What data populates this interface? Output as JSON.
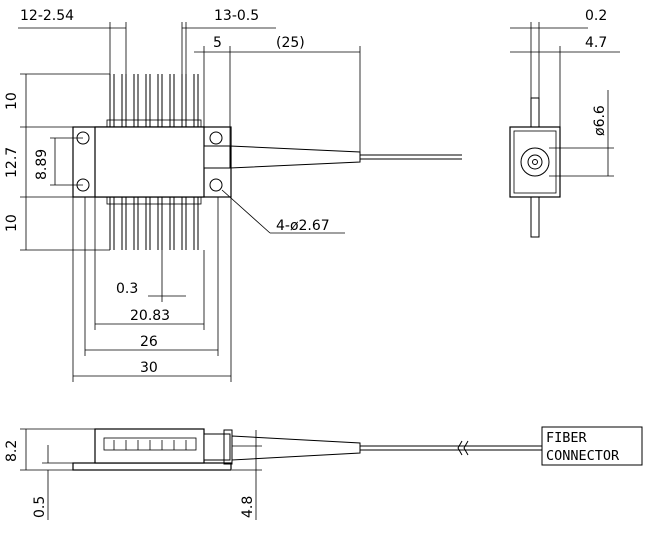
{
  "dimensions": {
    "pin_pitch": "12-2.54",
    "pin_width": "13-0.5",
    "lead_offset": "5",
    "fiber_length": "(25)",
    "flange_thickness": "0.2",
    "flange_depth": "4.7",
    "pin_len_top": "10",
    "body_height": "12.7",
    "hole_spacing": "8.89",
    "pin_len_bottom": "10",
    "mount_holes": "4-ø2.67",
    "connector_dia": "ø6.6",
    "pin_small": "0.3",
    "pin_span": "20.83",
    "body_width": "26",
    "flange_width": "30",
    "side_height": "8.2",
    "base_thickness": "0.5",
    "fiber_height": "4.8"
  },
  "labels": {
    "connector_line1": "FIBER",
    "connector_line2": "CONNECTOR"
  }
}
